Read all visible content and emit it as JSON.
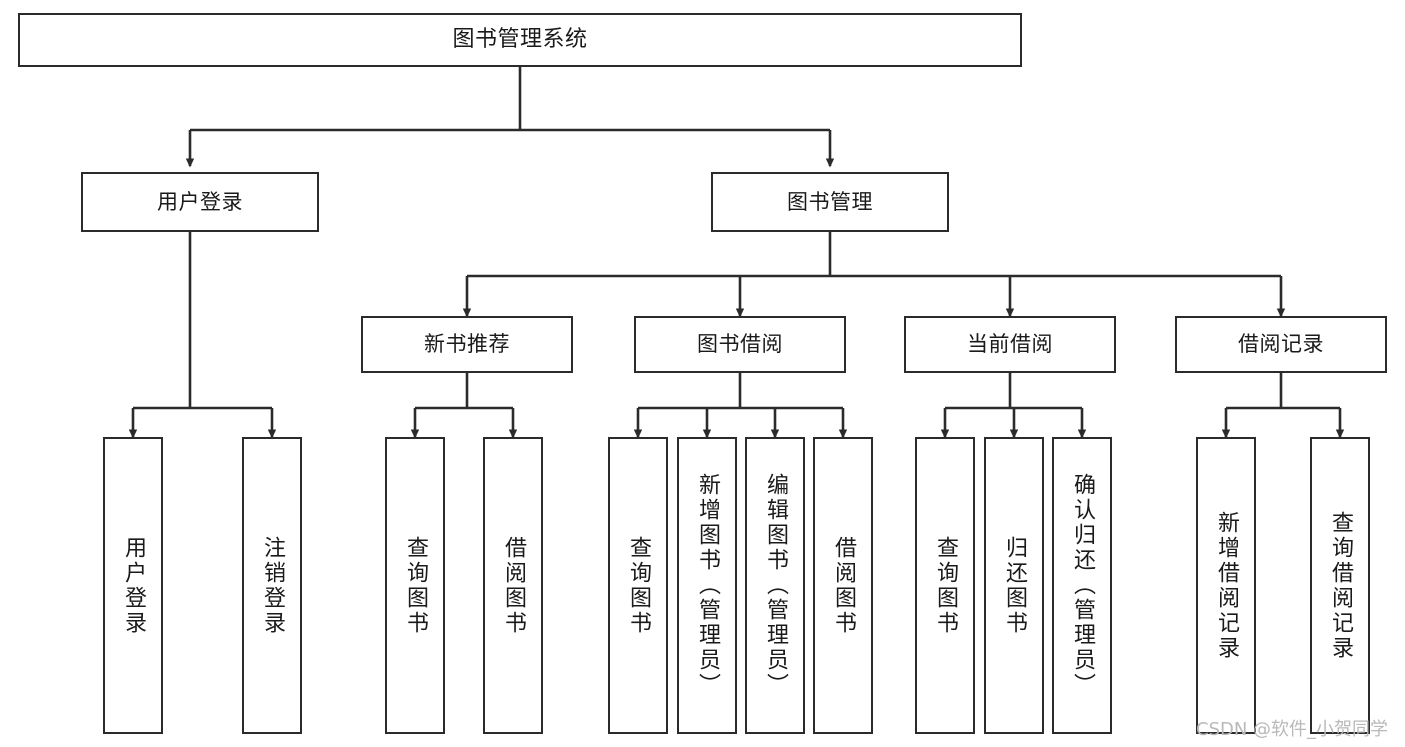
{
  "diagram": {
    "title": "图书管理系统",
    "type": "tree",
    "colors": {
      "border": "#2b2b2b",
      "fill": "#ffffff",
      "text": "#1a1a1a",
      "connector": "#2b2b2b",
      "watermark": "#b9b9b9"
    },
    "nodes": {
      "root": {
        "label": "图书管理系统"
      },
      "level2": [
        {
          "label": "用户登录"
        },
        {
          "label": "图书管理"
        }
      ],
      "level3": [
        {
          "label": "新书推荐"
        },
        {
          "label": "图书借阅"
        },
        {
          "label": "当前借阅"
        },
        {
          "label": "借阅记录"
        }
      ],
      "leaves_user_login": [
        {
          "label": "用户登录"
        },
        {
          "label": "注销登录"
        }
      ],
      "leaves_new_book": [
        {
          "label": "查询图书"
        },
        {
          "label": "借阅图书"
        }
      ],
      "leaves_borrow": [
        {
          "label": "查询图书"
        },
        {
          "label": "新增图书（管理员）"
        },
        {
          "label": "编辑图书（管理员）"
        },
        {
          "label": "借阅图书"
        }
      ],
      "leaves_current": [
        {
          "label": "查询图书"
        },
        {
          "label": "归还图书"
        },
        {
          "label": "确认归还（管理员）"
        }
      ],
      "leaves_records": [
        {
          "label": "新增借阅记录"
        },
        {
          "label": "查询借阅记录"
        }
      ]
    },
    "watermark": "CSDN @软件_小贺同学"
  }
}
